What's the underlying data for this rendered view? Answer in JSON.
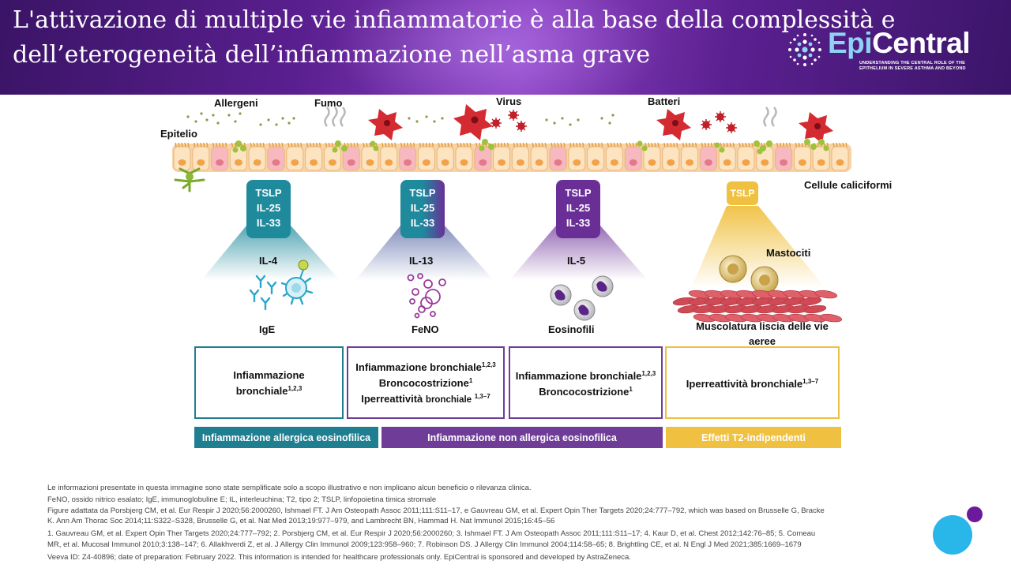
{
  "header": {
    "title_line1": "L'attivazione di multiple vie infiammatorie è alla base della complessità e",
    "title_line2": "dell’eterogeneità dell’infiammazione nell’asma grave",
    "logo_epi": "Epi",
    "logo_central": "Central",
    "logo_tagline": "UNDERSTANDING THE CENTRAL ROLE OF THE EPITHELIUM IN SEVERE ASTHMA AND BEYOND"
  },
  "labels": {
    "allergeni": "Allergeni",
    "fumo": "Fumo",
    "virus": "Virus",
    "batteri": "Batteri",
    "epitelio": "Epitelio",
    "cellule_caliciformi": "Cellule caliciformi",
    "mastociti": "Mastociti"
  },
  "cytokines": {
    "col1": [
      "TSLP",
      "IL-25",
      "IL-33"
    ],
    "col2": [
      "TSLP",
      "IL-25",
      "IL-33"
    ],
    "col3": [
      "TSLP",
      "IL-25",
      "IL-33"
    ],
    "col4": "TSLP"
  },
  "interleukins": {
    "col1": "IL-4",
    "col2": "IL-13",
    "col3": "IL-5"
  },
  "effectors": {
    "col1": "IgE",
    "col2": "FeNO",
    "col3": "Eosinofili",
    "col4": "Muscolatura liscia delle vie aeree"
  },
  "boxes": {
    "box1": {
      "line1": "Infiammazione bronchiale",
      "sup1": "1,2,3"
    },
    "box2": {
      "line1": "Infiammazione bronchiale",
      "sup1": "1,2,3",
      "line2": "Broncocostrizione",
      "sup2": "1",
      "line3a": "Iperreattività",
      "line3b": "bronchiale",
      "sup3": "1,3–7"
    },
    "box3": {
      "line1": "Infiammazione bronchiale",
      "sup1": "1,2,3",
      "line2": "Broncocostrizione",
      "sup2": "1"
    },
    "box4": {
      "line1": "Iperreattività bronchiale",
      "sup1": "1,3–7"
    }
  },
  "bars": {
    "bar1": "Infiammazione allergica eosinofilica",
    "bar2": "Infiammazione non allergica eosinofilica",
    "bar3": "Effetti T2-indipendenti"
  },
  "footnotes": {
    "line1": "Le informazioni presentate in questa immagine sono state semplificate solo a scopo illustrativo e non implicano alcun beneficio o rilevanza clinica.",
    "line2": "FeNO, ossido nitrico esalato; IgE, immunoglobuline E; IL, interleuchina; T2, tipo 2; TSLP, linfopoietina timica stromale",
    "line3": "Figure adattata da Porsbjerg CM, et al. Eur Respir J 2020;56:2000260, Ishmael FT. J Am Osteopath Assoc 2011;111:S11–17, e Gauvreau GM, et al. Expert Opin Ther Targets 2020;24:777–792, which was based on Brusselle G, Bracke",
    "line4": "K. Ann Am Thorac Soc 2014;11:S322–S328, Brusselle G, et al. Nat Med 2013;19:977–979, and Lambrecht BN, Hammad H. Nat Immunol 2015;16:45–56",
    "line5": "1. Gauvreau GM, et al. Expert Opin Ther Targets 2020;24:777–792; 2. Porsbjerg CM, et al. Eur Respir J 2020;56:2000260; 3. Ishmael FT. J Am Osteopath Assoc 2011;111:S11–17; 4. Kaur D, et al. Chest 2012;142:76–85; 5. Comeau",
    "line6": "MR, et al. Mucosal Immunol 2010;3:138–147; 6. Allakhverdi Z, et al. J Allergy Clin Immunol 2009;123:958–960; 7. Robinson DS. J Allergy Clin Immunol 2004;114:58–65; 8. Brightling CE, et al. N Engl J Med 2021;385:1669–1679",
    "line7": "Veeva ID: Z4-40896; date of preparation: February 2022. This information is intended for healthcare professionals only. EpiCentral is sponsored and developed by AstraZeneca."
  },
  "colors": {
    "teal": "#1f7f91",
    "purple": "#6f3d98",
    "gold": "#f0c040",
    "cyto_teal": "#1e8a9c",
    "cyto_purple": "#6a2f96"
  }
}
